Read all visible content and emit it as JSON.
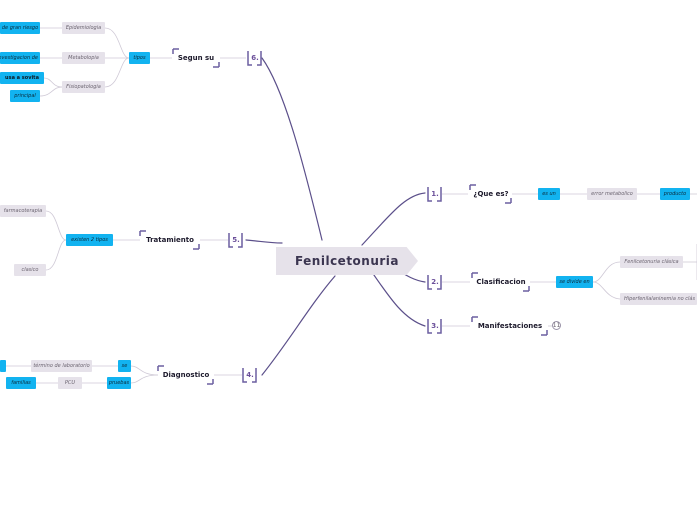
{
  "root": {
    "label": "Fenilcetonuria"
  },
  "branches": {
    "que_es": {
      "number": "1.",
      "title": "¿Que es?"
    },
    "clasificacion": {
      "number": "2.",
      "title": "Clasificacion"
    },
    "manifestaciones": {
      "number": "3.",
      "title": "Manifestaciones",
      "badge": "11"
    },
    "diagnostico": {
      "number": "4.",
      "title": "Diagnostico"
    },
    "tratamiento": {
      "number": "5.",
      "title": "Tratamiento"
    },
    "segun_su": {
      "number": "6.",
      "title": "Segun su"
    }
  },
  "nodes": {
    "es_un": "es un",
    "error_metabolico": "error metabolico",
    "producto": "producto",
    "se_divide_en": "se divide en",
    "fenilcetonuria_clasica": "Fenilcetonuria clásica",
    "hiperfenilalaninemia": "Hiperfenilalaninemia no clás",
    "existen_2_tipos": "existen 2 tipos",
    "farmacoterapia": "farmacoterapia",
    "clasico": "clasico",
    "termino_laboratorio": "término de laboratorio",
    "se": "se",
    "pruebas": "pruebas",
    "pcu": "PCU",
    "familias": "familias",
    "tipos": "tipos",
    "epidemiologia": "Epidemiologia",
    "metabolopia": "Metabolopia",
    "fisiopatologia": "Fisiopatologia",
    "de_gran_riesgo": "de gran riesgo",
    "investigacion_de": "investigacion de",
    "usa_a_sovita": "usa a sovita",
    "principal": "principal"
  }
}
